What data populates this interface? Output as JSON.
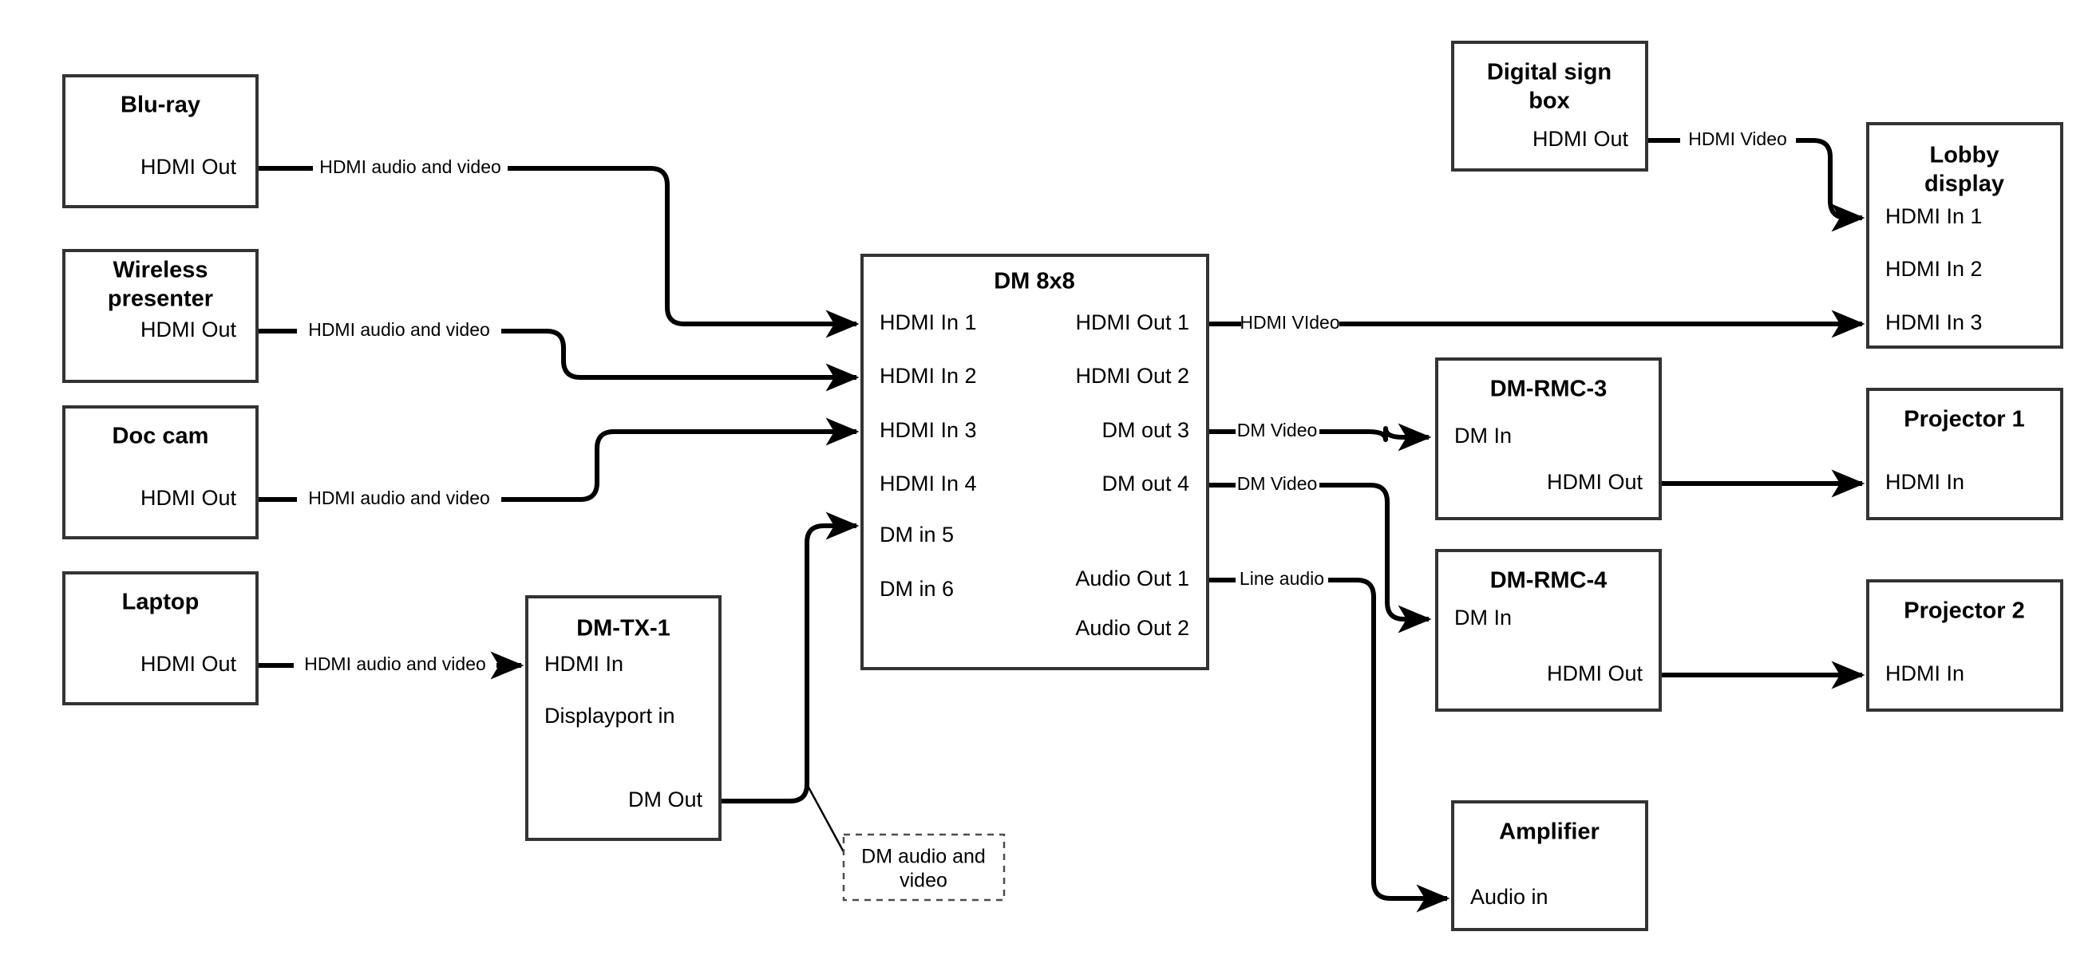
{
  "diagram": {
    "title": "DM 8x8 AV signal flow",
    "background_color": "#ffffff",
    "line_color": "#000000",
    "box_border_color": "#333333"
  },
  "nodes": {
    "bluray": {
      "title": "Blu-ray",
      "ports": {
        "out1": "HDMI Out"
      }
    },
    "wireless": {
      "title_line1": "Wireless",
      "title_line2": "presenter",
      "ports": {
        "out1": "HDMI Out"
      }
    },
    "doccam": {
      "title": "Doc cam",
      "ports": {
        "out1": "HDMI Out"
      }
    },
    "laptop": {
      "title": "Laptop",
      "ports": {
        "out1": "HDMI Out"
      }
    },
    "dmtx1": {
      "title": "DM-TX-1",
      "ports": {
        "in1": "HDMI In",
        "in2": "Displayport in",
        "out1": "DM Out"
      }
    },
    "dm8x8": {
      "title": "DM 8x8",
      "inputs": [
        "HDMI In 1",
        "HDMI In 2",
        "HDMI In 3",
        "HDMI In 4",
        "DM in 5",
        "DM in 6"
      ],
      "outputs": [
        "HDMI Out 1",
        "HDMI Out 2",
        "DM out 3",
        "DM out 4",
        "Audio Out 1",
        "Audio Out 2"
      ]
    },
    "digitalsign": {
      "title_line1": "Digital sign",
      "title_line2": "box",
      "ports": {
        "out1": "HDMI Out"
      }
    },
    "lobbydisplay": {
      "title_line1": "Lobby",
      "title_line2": "display",
      "inputs": [
        "HDMI In 1",
        "HDMI In 2",
        "HDMI In 3"
      ]
    },
    "dmrmc3": {
      "title": "DM-RMC-3",
      "ports": {
        "in1": "DM In",
        "out1": "HDMI Out"
      }
    },
    "dmrmc4": {
      "title": "DM-RMC-4",
      "ports": {
        "in1": "DM In",
        "out1": "HDMI Out"
      }
    },
    "projector1": {
      "title": "Projector 1",
      "ports": {
        "in1": "HDMI In"
      }
    },
    "projector2": {
      "title": "Projector 2",
      "ports": {
        "in1": "HDMI In"
      }
    },
    "amplifier": {
      "title": "Amplifier",
      "ports": {
        "in1": "Audio in"
      }
    }
  },
  "link_labels": {
    "bluray_to_dm": "HDMI audio and video",
    "wireless_to_dm": "HDMI audio and video",
    "doccam_to_dm": "HDMI audio and video",
    "laptop_to_tx": "HDMI audio and video",
    "dm_out1_to_lobby": "HDMI VIdeo",
    "dm_out3_to_rmc3": "DM Video",
    "dm_out4_to_rmc4": "DM Video",
    "dm_audio1_to_amp": "Line audio",
    "sign_to_lobby": "HDMI Video"
  },
  "notes": {
    "dm_audio_video": {
      "line1": "DM audio and",
      "line2": "video"
    }
  }
}
